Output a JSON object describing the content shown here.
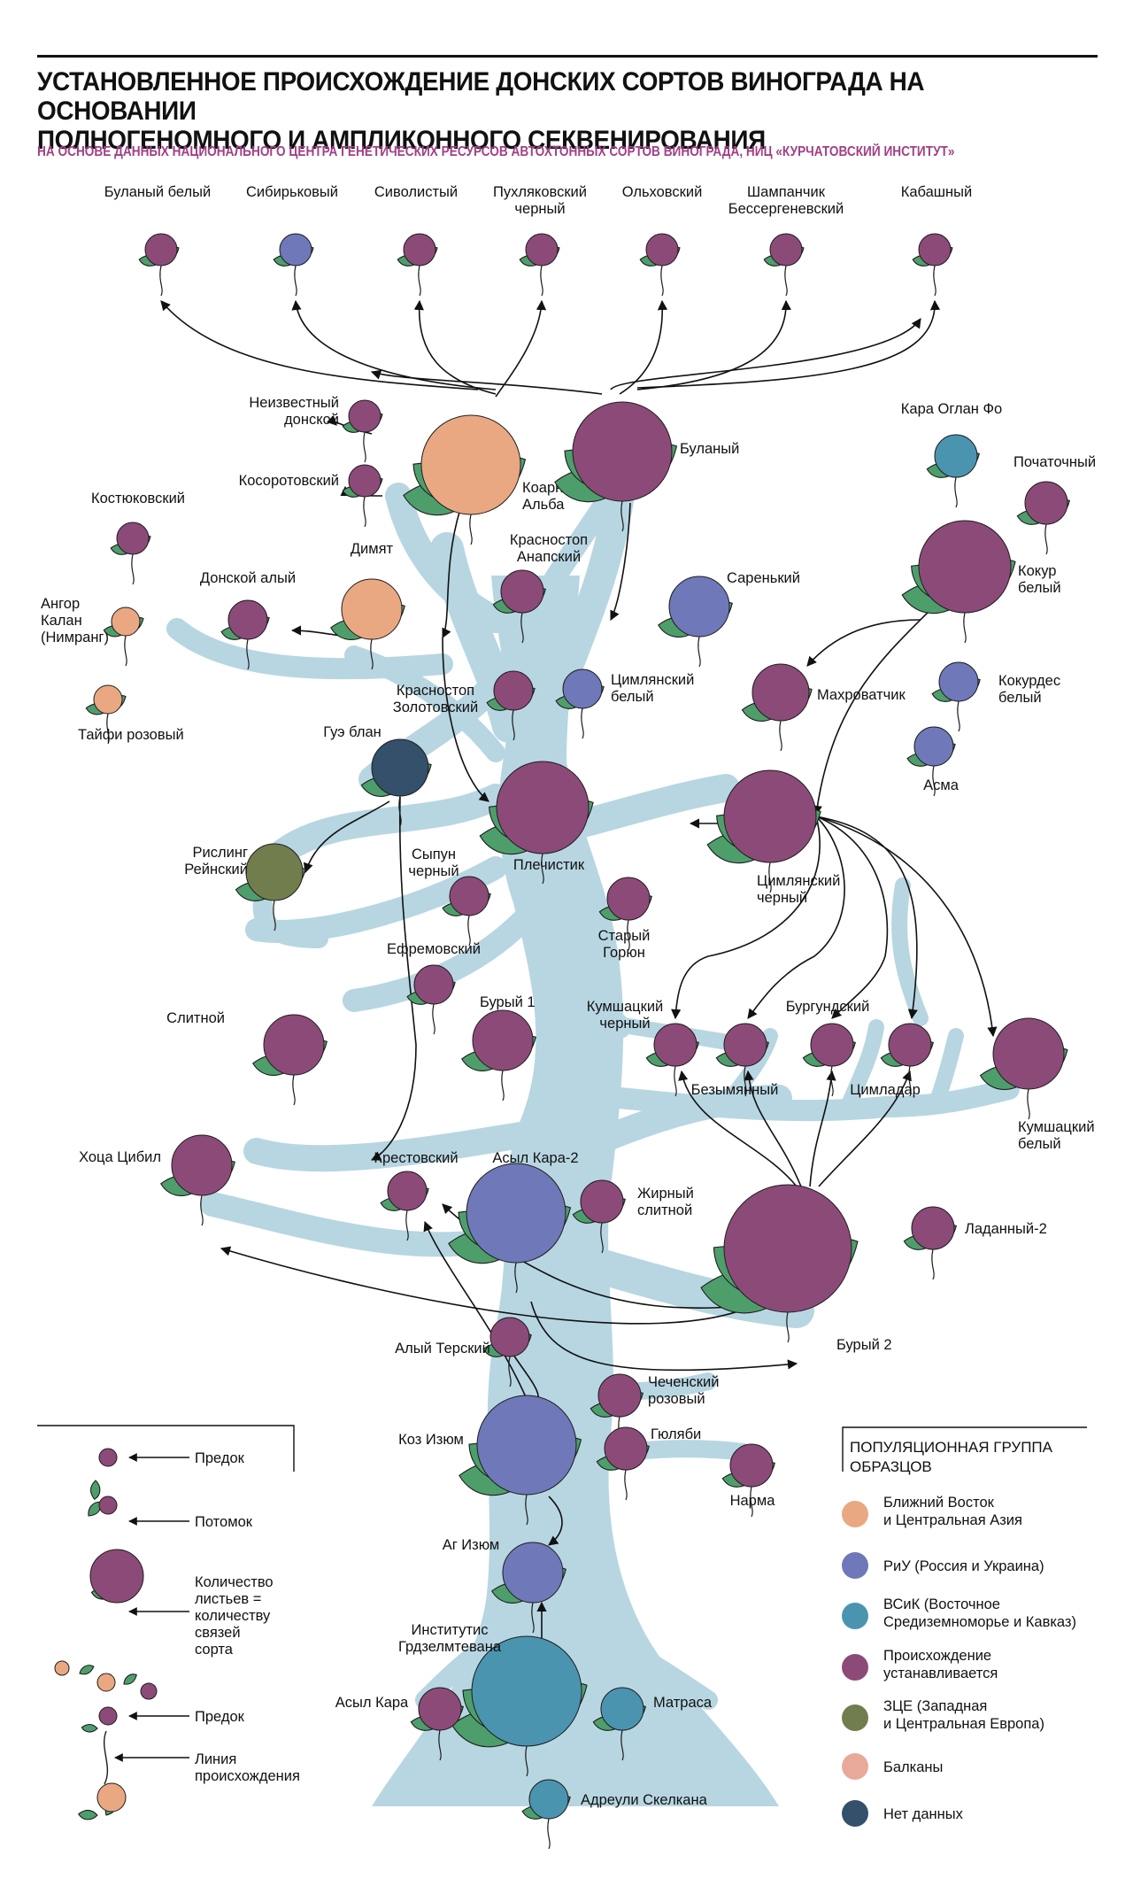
{
  "header": {
    "title_line1": "УСТАНОВЛЕННОЕ ПРОИСХОЖДЕНИЕ ДОНСКИХ СОРТОВ ВИНОГРАДА НА ОСНОВАНИИ",
    "title_line2": "ПОЛНОГЕНОМНОГО И АМПЛИКОННОГО СЕКВЕНИРОВАНИЯ",
    "subtitle": "НА ОСНОВЕ ДАННЫХ НАЦИОНАЛЬНОГО ЦЕНТРА ГЕНЕТИЧЕСКИХ РЕСУРСОВ АВТОХТОННЫХ СОРТОВ ВИНОГРАДА, НИЦ «КУРЧАТОВСКИЙ ИНСТИТУТ»"
  },
  "colors": {
    "trunk": "#b7d6e2",
    "leaf": "#4e9e6c",
    "leaf_stroke": "#1d1d1d",
    "arrow": "#111111",
    "groups": {
      "near_east": "#e9a882",
      "russia_ukraine": "#6f78b8",
      "east_med": "#4b94b0",
      "unknown": "#8c4a79",
      "west_europe": "#717d4d",
      "balkans": "#e8a99b",
      "no_data": "#34506a"
    }
  },
  "varieties": [
    {
      "id": "bulany_bely",
      "lines": [
        "Буланый белый"
      ],
      "group": "unknown"
    },
    {
      "id": "sibirkovy",
      "lines": [
        "Сибирьковый"
      ],
      "group": "russia_ukraine"
    },
    {
      "id": "sivolisty",
      "lines": [
        "Сиволистый"
      ],
      "group": "unknown"
    },
    {
      "id": "pukhlyakovsky",
      "lines": [
        "Пухляковский",
        "черный"
      ],
      "group": "unknown"
    },
    {
      "id": "olkhovsky",
      "lines": [
        "Ольховский"
      ],
      "group": "unknown"
    },
    {
      "id": "shampanchik",
      "lines": [
        "Шампанчик",
        "Бессергеневский"
      ],
      "group": "unknown"
    },
    {
      "id": "kabashny",
      "lines": [
        "Кабашный"
      ],
      "group": "unknown"
    },
    {
      "id": "neizvestny",
      "lines": [
        "Неизвестный",
        "донской"
      ],
      "group": "unknown"
    },
    {
      "id": "kosorotovsky",
      "lines": [
        "Косоротовский"
      ],
      "group": "unknown"
    },
    {
      "id": "koarne",
      "lines": [
        "Коарнэ",
        "Альба"
      ],
      "group": "near_east"
    },
    {
      "id": "bulany",
      "lines": [
        "Буланый"
      ],
      "group": "unknown"
    },
    {
      "id": "kara_oglan",
      "lines": [
        "Кара Оглан Фо"
      ],
      "group": "east_med"
    },
    {
      "id": "pochatochny",
      "lines": [
        "Початочный"
      ],
      "group": "unknown"
    },
    {
      "id": "kostyukovsky",
      "lines": [
        "Костюковский"
      ],
      "group": "unknown"
    },
    {
      "id": "angor",
      "lines": [
        "Ангор",
        "Калан",
        "(Нимранг)"
      ],
      "group": "near_east"
    },
    {
      "id": "tayfi",
      "lines": [
        "Тайфи розовый"
      ],
      "group": "near_east"
    },
    {
      "id": "donskoy_aly",
      "lines": [
        "Донской алый"
      ],
      "group": "unknown"
    },
    {
      "id": "dimyat",
      "lines": [
        "Димят"
      ],
      "group": "near_east"
    },
    {
      "id": "krasnostop_anapsky",
      "lines": [
        "Красностоп",
        "Анапский"
      ],
      "group": "unknown"
    },
    {
      "id": "sarenky",
      "lines": [
        "Саренький"
      ],
      "group": "russia_ukraine"
    },
    {
      "id": "kokur",
      "lines": [
        "Кокур",
        "белый"
      ],
      "group": "unknown"
    },
    {
      "id": "krasnostop_zolotovsky",
      "lines": [
        "Красностоп",
        "Золотовский"
      ],
      "group": "unknown"
    },
    {
      "id": "tsimlyansky_bely",
      "lines": [
        "Цимлянский",
        "белый"
      ],
      "group": "russia_ukraine"
    },
    {
      "id": "makhrovatchik",
      "lines": [
        "Махроватчик"
      ],
      "group": "unknown"
    },
    {
      "id": "kokurdes",
      "lines": [
        "Кокурдес",
        "белый"
      ],
      "group": "russia_ukraine"
    },
    {
      "id": "asma",
      "lines": [
        "Асма"
      ],
      "group": "russia_ukraine"
    },
    {
      "id": "gue_blan",
      "lines": [
        "Гуэ блан"
      ],
      "group": "no_data"
    },
    {
      "id": "plechistik",
      "lines": [
        "Плечистик"
      ],
      "group": "unknown"
    },
    {
      "id": "tsimlyansky_cherny",
      "lines": [
        "Цимлянский",
        "черный"
      ],
      "group": "unknown"
    },
    {
      "id": "risling",
      "lines": [
        "Рислинг",
        "Рейнский"
      ],
      "group": "west_europe"
    },
    {
      "id": "sypun",
      "lines": [
        "Сыпун",
        "черный"
      ],
      "group": "unknown"
    },
    {
      "id": "stary_goryun",
      "lines": [
        "Старый",
        "Горюн"
      ],
      "group": "unknown"
    },
    {
      "id": "efremovsky",
      "lines": [
        "Ефремовский"
      ],
      "group": "unknown"
    },
    {
      "id": "bury_1",
      "lines": [
        "Бурый 1"
      ],
      "group": "unknown"
    },
    {
      "id": "slitnoy",
      "lines": [
        "Слитной"
      ],
      "group": "unknown"
    },
    {
      "id": "kumshatsky_cherny",
      "lines": [
        "Кумшацкий",
        "черный"
      ],
      "group": "unknown"
    },
    {
      "id": "bezymyanny",
      "lines": [
        "Безымянный"
      ],
      "group": "unknown"
    },
    {
      "id": "burgundsky",
      "lines": [
        "Бургундский"
      ],
      "group": "unknown"
    },
    {
      "id": "tsimladar",
      "lines": [
        "Цимладар"
      ],
      "group": "unknown"
    },
    {
      "id": "kumshatsky_bely",
      "lines": [
        "Кумшацкий",
        "белый"
      ],
      "group": "unknown"
    },
    {
      "id": "khotsa",
      "lines": [
        "Хоца Цибил"
      ],
      "group": "unknown"
    },
    {
      "id": "krestovsky",
      "lines": [
        "Крестовский"
      ],
      "group": "unknown"
    },
    {
      "id": "asyl_kara_2",
      "lines": [
        "Асыл Кара-2"
      ],
      "group": "russia_ukraine"
    },
    {
      "id": "zhirny",
      "lines": [
        "Жирный",
        "слитной"
      ],
      "group": "unknown"
    },
    {
      "id": "ladanny",
      "lines": [
        "Ладанный-2"
      ],
      "group": "unknown"
    },
    {
      "id": "bury_2",
      "lines": [
        "Бурый 2"
      ],
      "group": "unknown"
    },
    {
      "id": "aly_tersky",
      "lines": [
        "Алый Терский"
      ],
      "group": "unknown"
    },
    {
      "id": "chechensky",
      "lines": [
        "Чеченский",
        "розовый"
      ],
      "group": "unknown"
    },
    {
      "id": "koz_izyum",
      "lines": [
        "Коз Изюм"
      ],
      "group": "russia_ukraine"
    },
    {
      "id": "gyulyabi",
      "lines": [
        "Гюляби"
      ],
      "group": "unknown"
    },
    {
      "id": "narma",
      "lines": [
        "Нарма"
      ],
      "group": "unknown"
    },
    {
      "id": "ag_izyum",
      "lines": [
        "Аг Изюм"
      ],
      "group": "russia_ukraine"
    },
    {
      "id": "institutis",
      "lines": [
        "Институтис",
        "Грдзелмтевана"
      ],
      "group": "east_med"
    },
    {
      "id": "asyl_kara",
      "lines": [
        "Асыл Кара"
      ],
      "group": "unknown"
    },
    {
      "id": "matrasa",
      "lines": [
        "Матраса"
      ],
      "group": "east_med"
    },
    {
      "id": "adreuli",
      "lines": [
        "Адреули Скелкана"
      ],
      "group": "east_med"
    }
  ],
  "legend": {
    "ancestor": "Предок",
    "descendant": "Потомок",
    "leaves_lines": [
      "Количество",
      "листьев =",
      "количеству",
      "связей",
      "сорта"
    ],
    "ancestor2": "Предок",
    "lineage_lines": [
      "Линия",
      "происхождения"
    ]
  },
  "groups_legend": {
    "title_lines": [
      "ПОПУЛЯЦИОННАЯ ГРУППА",
      "ОБРАЗЦОВ"
    ],
    "items": [
      {
        "key": "near_east",
        "lines": [
          "Ближний Восток",
          "и Центральная Азия"
        ]
      },
      {
        "key": "russia_ukraine",
        "lines": [
          "РиУ (Россия и Украина)"
        ]
      },
      {
        "key": "east_med",
        "lines": [
          "ВСиК (Восточное",
          "Средиземноморье и Кавказ)"
        ]
      },
      {
        "key": "unknown",
        "lines": [
          "Происхождение",
          "устанавливается"
        ]
      },
      {
        "key": "west_europe",
        "lines": [
          "ЗЦЕ (Западная",
          "и Центральная Европа)"
        ]
      },
      {
        "key": "balkans",
        "lines": [
          "Балканы"
        ]
      },
      {
        "key": "no_data",
        "lines": [
          "Нет данных"
        ]
      }
    ]
  }
}
